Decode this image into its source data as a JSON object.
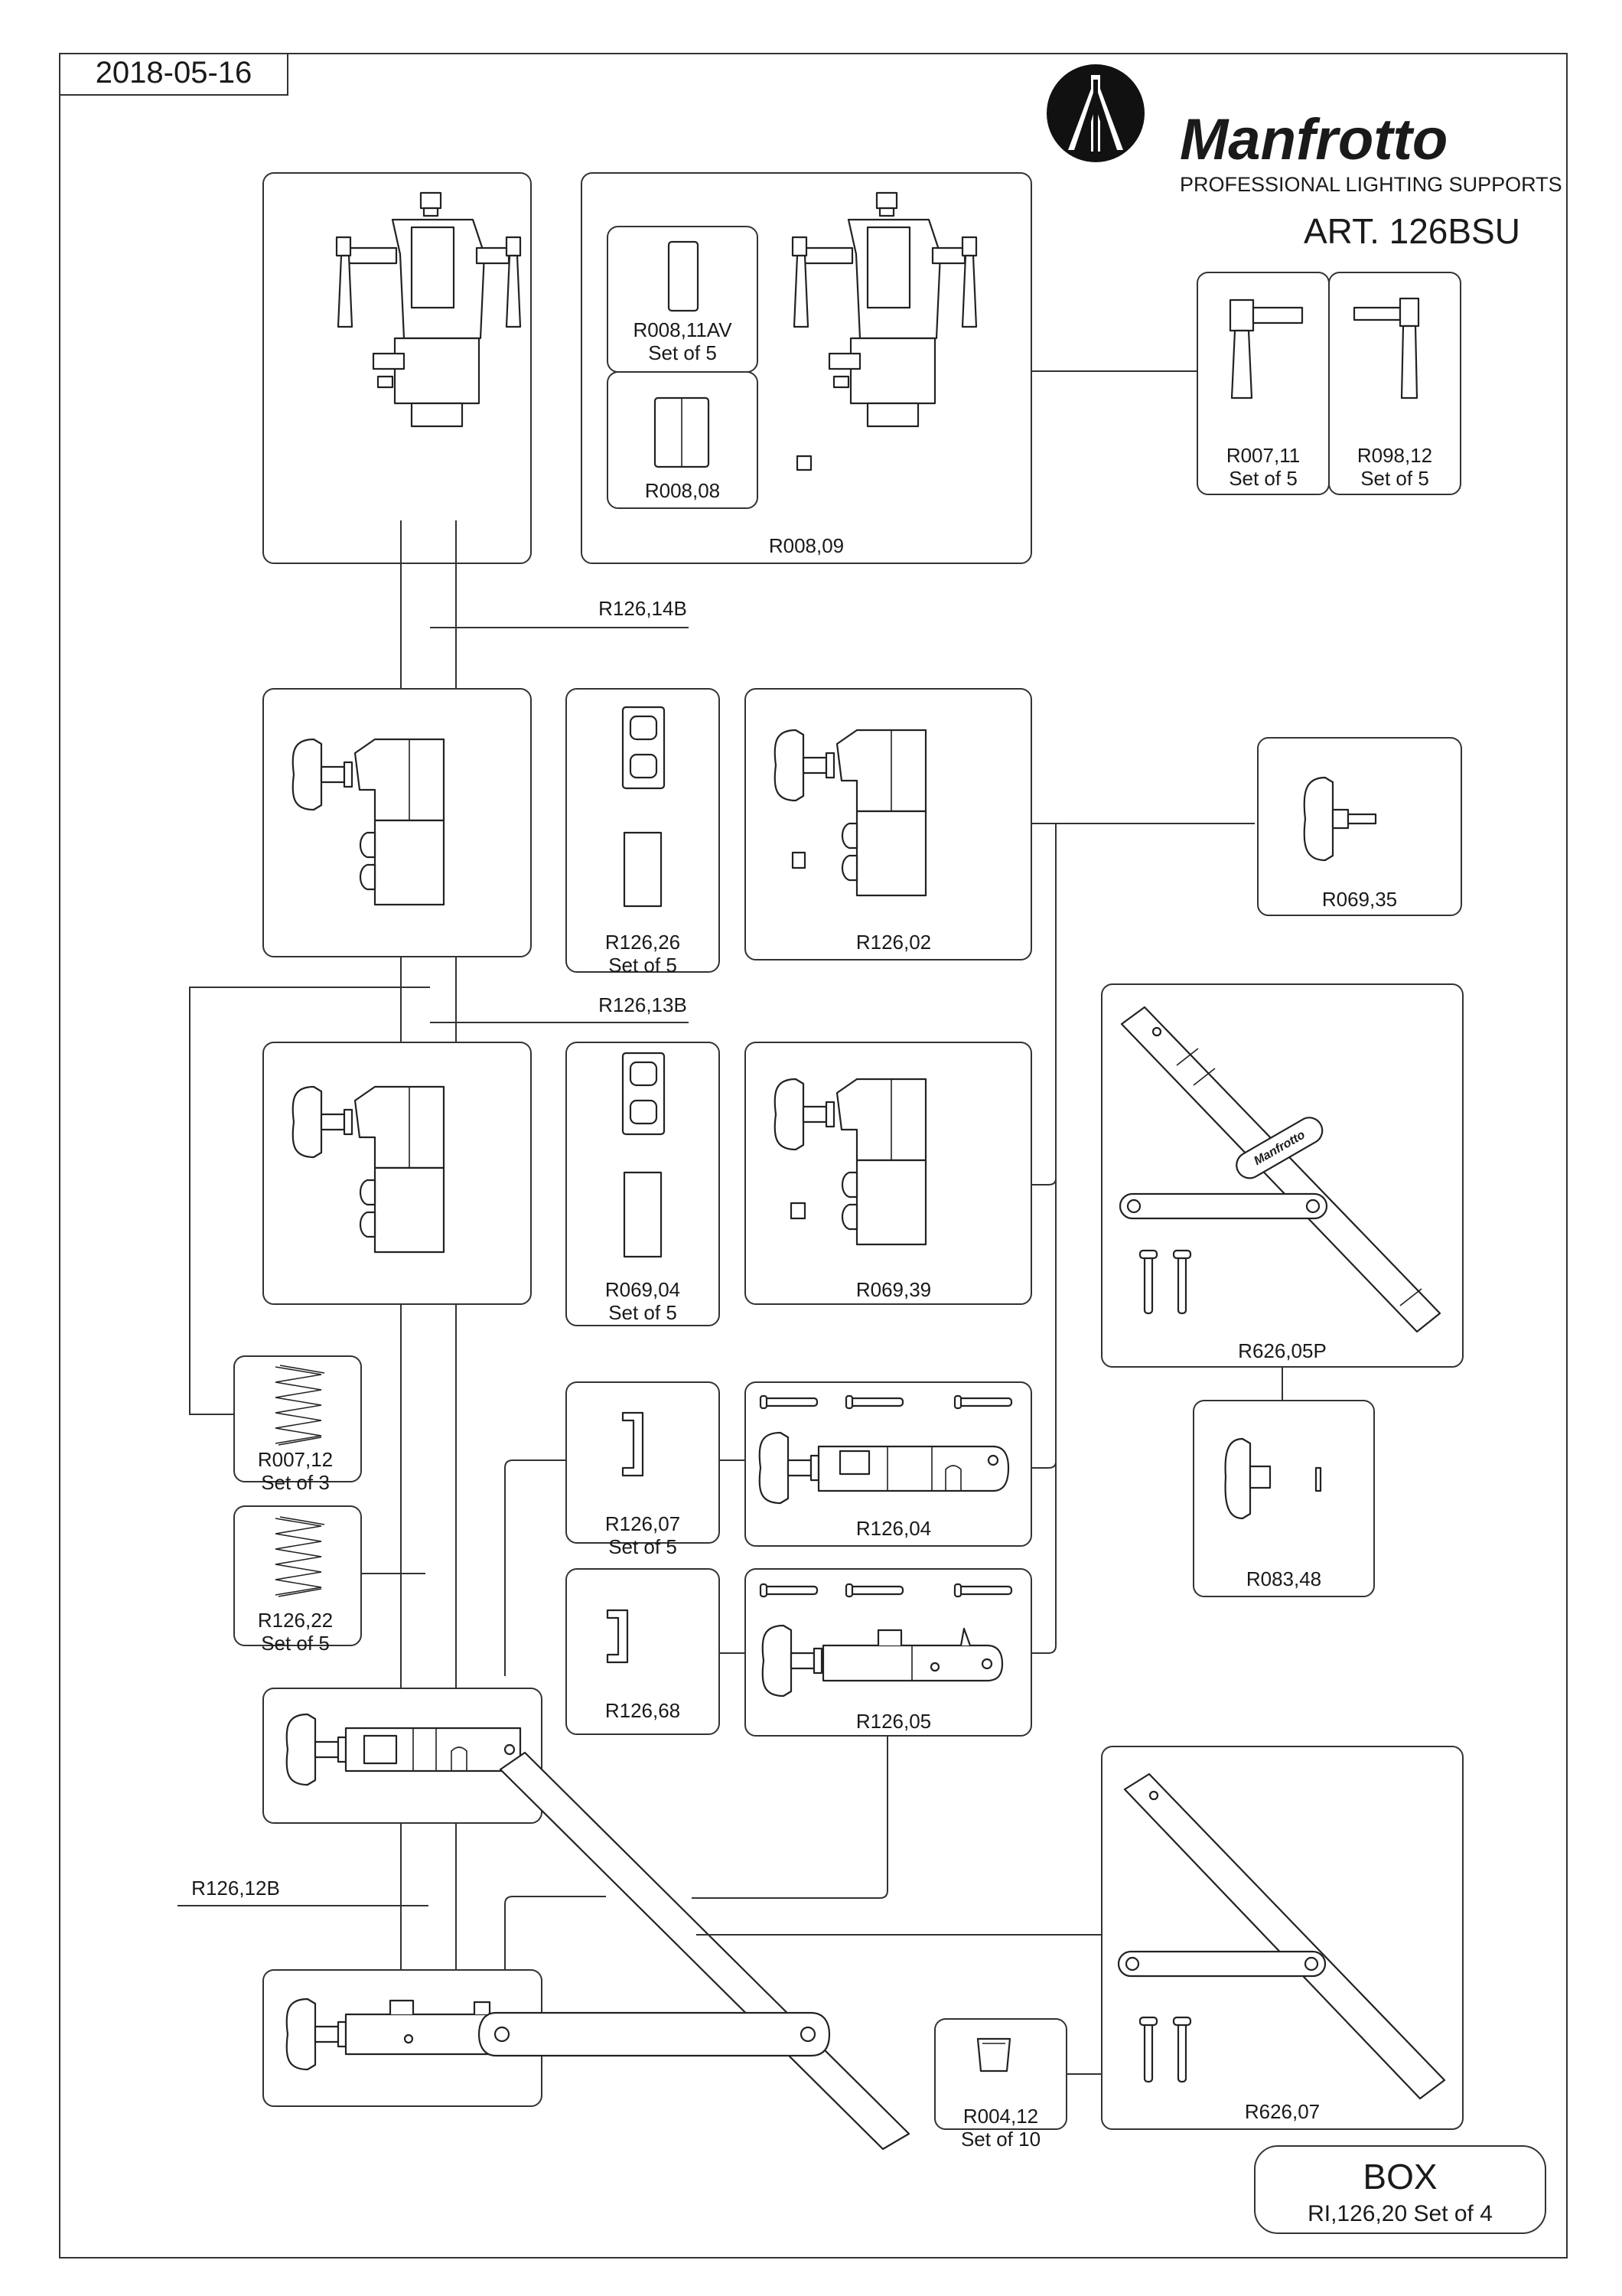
{
  "header": {
    "date": "2018-05-16",
    "brand": "Manfrotto",
    "tagline": "PROFESSIONAL LIGHTING SUPPORTS",
    "article": "ART. 126BSU"
  },
  "parts": {
    "r008_11av": "R008,11AV",
    "r008_08": "R008,08",
    "r008_09": "R008,09",
    "r007_11": "R007,11",
    "r098_12": "R098,12",
    "r126_14b": "R126,14B",
    "r126_26": "R126,26",
    "r126_02": "R126,02",
    "r069_35": "R069,35",
    "r126_13b": "R126,13B",
    "r069_04": "R069,04",
    "r069_39": "R069,39",
    "r626_05p": "R626,05P",
    "r007_12": "R007,12",
    "r126_07": "R126,07",
    "r126_04": "R126,04",
    "r083_48": "R083,48",
    "r126_22": "R126,22",
    "r126_68": "R126,68",
    "r126_05": "R126,05",
    "r126_12b": "R126,12B",
    "r004_12": "R004,12",
    "r626_07": "R626,07"
  },
  "qty": {
    "r008_11av": "Set of 5",
    "r007_11": "Set of 5",
    "r098_12": "Set of 5",
    "r126_26": "Set of 5",
    "r069_04": "Set of 5",
    "r007_12": "Set of 3",
    "r126_07": "Set of 5",
    "r126_22": "Set of 5",
    "r004_12": "Set of 10"
  },
  "box": {
    "title": "BOX",
    "code": "RI,126,20 Set of 4"
  },
  "icons": {
    "logo": "manfrotto-tripod-logo"
  }
}
